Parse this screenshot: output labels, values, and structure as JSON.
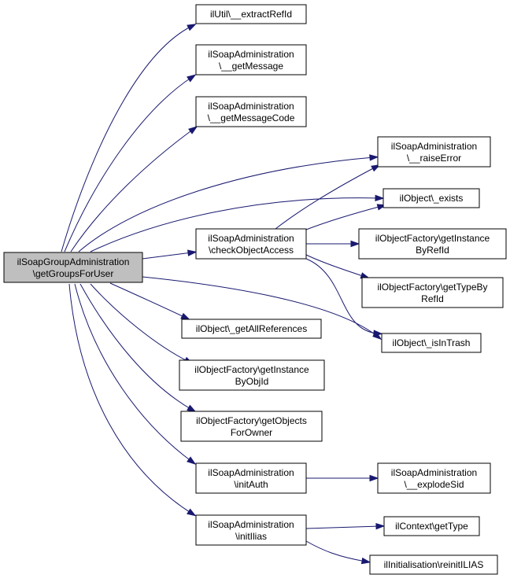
{
  "diagram": {
    "nodes": [
      {
        "id": "root",
        "lines": [
          "ilSoapGroupAdministration",
          "\\getGroupsForUser"
        ],
        "root": true
      },
      {
        "id": "extractRefId",
        "lines": [
          "ilUtil\\__extractRefId"
        ]
      },
      {
        "id": "getMessage",
        "lines": [
          "ilSoapAdministration",
          "\\__getMessage"
        ]
      },
      {
        "id": "getMessageCode",
        "lines": [
          "ilSoapAdministration",
          "\\__getMessageCode"
        ]
      },
      {
        "id": "raiseError",
        "lines": [
          "ilSoapAdministration",
          "\\__raiseError"
        ]
      },
      {
        "id": "exists",
        "lines": [
          "ilObject\\_exists"
        ]
      },
      {
        "id": "checkObjectAccess",
        "lines": [
          "ilSoapAdministration",
          "\\checkObjectAccess"
        ]
      },
      {
        "id": "getInstanceByRefId",
        "lines": [
          "ilObjectFactory\\getInstance",
          "ByRefId"
        ]
      },
      {
        "id": "getTypeByRefId",
        "lines": [
          "ilObjectFactory\\getTypeBy",
          "RefId"
        ]
      },
      {
        "id": "getAllReferences",
        "lines": [
          "ilObject\\_getAllReferences"
        ]
      },
      {
        "id": "isInTrash",
        "lines": [
          "ilObject\\_isInTrash"
        ]
      },
      {
        "id": "getInstanceByObjId",
        "lines": [
          "ilObjectFactory\\getInstance",
          "ByObjId"
        ]
      },
      {
        "id": "getObjectsForOwner",
        "lines": [
          "ilObjectFactory\\getObjects",
          "ForOwner"
        ]
      },
      {
        "id": "initAuth",
        "lines": [
          "ilSoapAdministration",
          "\\initAuth"
        ]
      },
      {
        "id": "explodeSid",
        "lines": [
          "ilSoapAdministration",
          "\\__explodeSid"
        ]
      },
      {
        "id": "initIlias",
        "lines": [
          "ilSoapAdministration",
          "\\initIlias"
        ]
      },
      {
        "id": "getType",
        "lines": [
          "ilContext\\getType"
        ]
      },
      {
        "id": "reinitILIAS",
        "lines": [
          "ilInitialisation\\reinitILIAS"
        ]
      }
    ],
    "edges": [
      {
        "from": "root",
        "to": "extractRefId"
      },
      {
        "from": "root",
        "to": "getMessage"
      },
      {
        "from": "root",
        "to": "getMessageCode"
      },
      {
        "from": "root",
        "to": "raiseError"
      },
      {
        "from": "root",
        "to": "exists"
      },
      {
        "from": "root",
        "to": "checkObjectAccess"
      },
      {
        "from": "root",
        "to": "getAllReferences"
      },
      {
        "from": "root",
        "to": "isInTrash"
      },
      {
        "from": "root",
        "to": "getInstanceByObjId"
      },
      {
        "from": "root",
        "to": "getObjectsForOwner"
      },
      {
        "from": "root",
        "to": "initAuth"
      },
      {
        "from": "root",
        "to": "initIlias"
      },
      {
        "from": "checkObjectAccess",
        "to": "raiseError"
      },
      {
        "from": "checkObjectAccess",
        "to": "exists"
      },
      {
        "from": "checkObjectAccess",
        "to": "getInstanceByRefId"
      },
      {
        "from": "checkObjectAccess",
        "to": "getTypeByRefId"
      },
      {
        "from": "checkObjectAccess",
        "to": "isInTrash"
      },
      {
        "from": "initAuth",
        "to": "explodeSid"
      },
      {
        "from": "initIlias",
        "to": "getType"
      },
      {
        "from": "initIlias",
        "to": "reinitILIAS"
      }
    ]
  }
}
